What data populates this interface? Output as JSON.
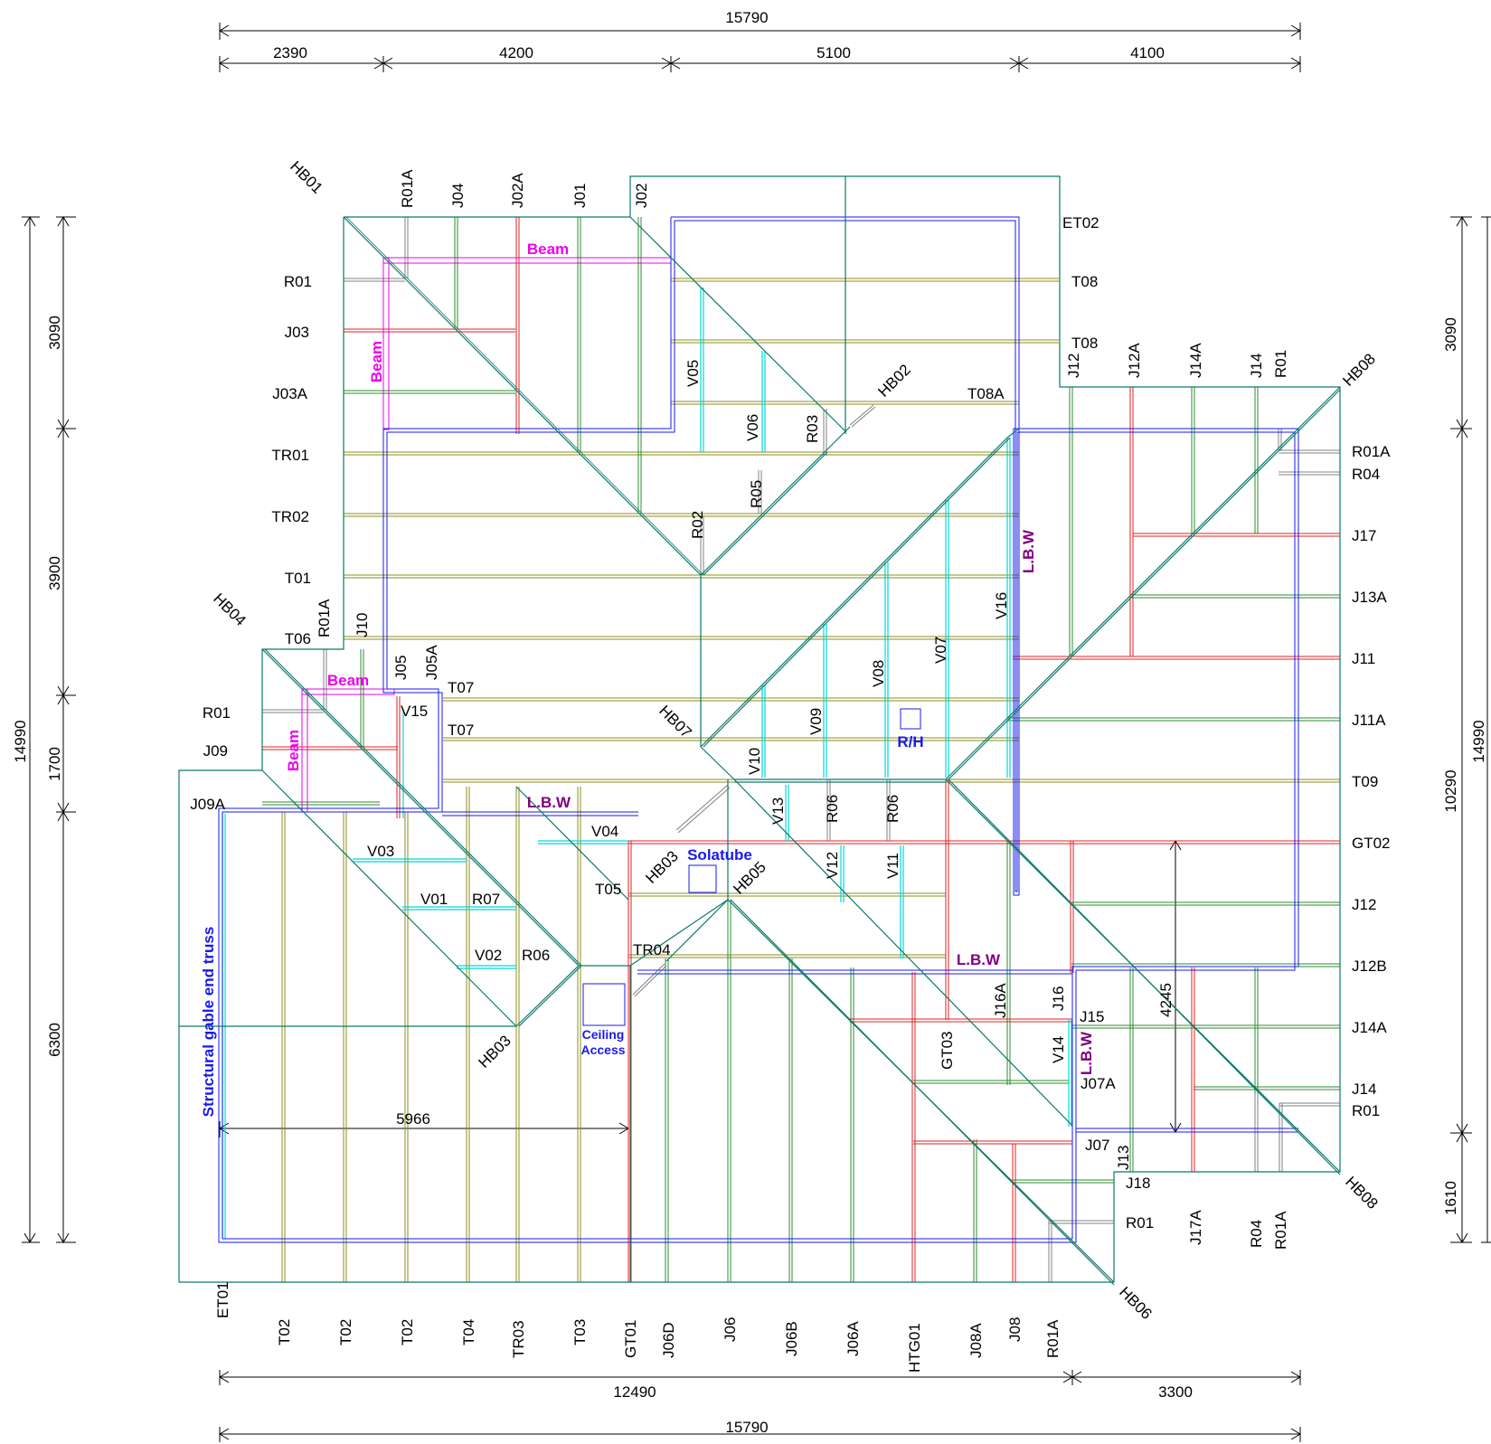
{
  "colors": {
    "outline": "#0b7a6b",
    "hip": "#0b7a6b",
    "truss": "#8c8c1e",
    "jack": "#2e8b2e",
    "girder": "#e02020",
    "ridge": "#808080",
    "valley": "#00d8d8",
    "wall": "#1a1aee",
    "beam": "#ee00ee",
    "lbw": "#800080",
    "note": "#1a1aee",
    "dim": "#000000"
  },
  "dimensions": {
    "top_overall": "15790",
    "top_segments": [
      "2390",
      "4200",
      "5100",
      "4100"
    ],
    "bottom_segments": [
      "12490",
      "3300"
    ],
    "bottom_overall": "15790",
    "left_overall": "14990",
    "left_segments": [
      "3090",
      "3900",
      "1700",
      "6300"
    ],
    "right_overall": "14990",
    "right_segments": [
      "3090",
      "10290",
      "1610"
    ],
    "inner_horizontal": "5966",
    "inner_vertical": "4245"
  },
  "annotations": {
    "beam": "Beam",
    "lbw": "L.B.W",
    "solatube": "Solatube",
    "rh": "R/H",
    "ceiling_1": "Ceiling",
    "ceiling_2": "Access",
    "gable": "Structural gable end truss"
  },
  "labels": {
    "top_row": [
      "HB01",
      "R01A",
      "J04",
      "J02A",
      "J01",
      "J02"
    ],
    "top_left_column": [
      "R01",
      "J03",
      "J03A",
      "TR01",
      "TR02",
      "T01",
      "T06"
    ],
    "upper_right_block": [
      "ET02",
      "T08",
      "T08",
      "T08A",
      "HB02",
      "R03",
      "V05",
      "V06",
      "R05",
      "R02"
    ],
    "right_top_row": [
      "J12",
      "J12A",
      "J14A",
      "J14",
      "R01",
      "HB08"
    ],
    "right_column": [
      "R01A",
      "R04",
      "J17",
      "J13A",
      "J11",
      "J11A",
      "T09",
      "GT02",
      "J12",
      "J12B",
      "J14A",
      "J14",
      "R01"
    ],
    "left_mid": [
      "HB04",
      "R01A",
      "J10",
      "J05",
      "J05A",
      "T07",
      "T07",
      "V15",
      "R01",
      "J09",
      "J09A"
    ],
    "centre": [
      "V16",
      "V07",
      "V08",
      "V09",
      "V10",
      "HB07",
      "V13",
      "R06",
      "R06",
      "V12",
      "V11",
      "HB05",
      "HB03",
      "T05",
      "TR04",
      "V04",
      "V03",
      "V01",
      "R07",
      "V02",
      "R06",
      "HB03"
    ],
    "lower_right": [
      "J16A",
      "J16",
      "J15",
      "GT03",
      "V14",
      "J07A",
      "J07",
      "J13",
      "J18",
      "R01",
      "J17A",
      "R04",
      "R01A",
      "HB08",
      "HB06"
    ],
    "bottom_row": [
      "ET01",
      "T02",
      "T02",
      "T02",
      "T04",
      "TR03",
      "T03",
      "GT01",
      "J06D",
      "J06",
      "J06B",
      "J06A",
      "HTG01",
      "J08A",
      "J08",
      "R01A"
    ]
  }
}
